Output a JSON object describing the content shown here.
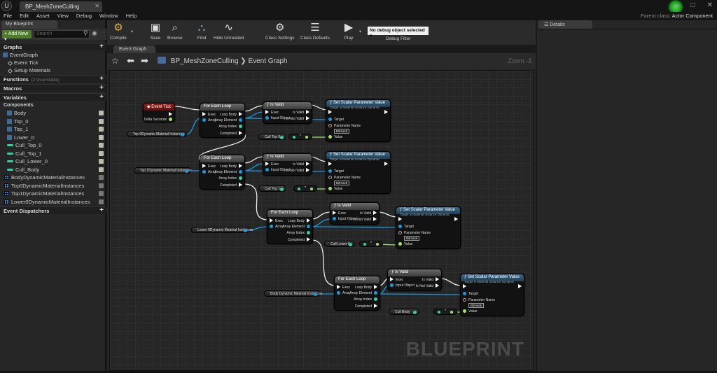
{
  "window": {
    "doc_tab": "BP_MeshZoneCulling",
    "parent_class_label": "Parent class:",
    "parent_class": "Actor Component"
  },
  "menu": [
    "File",
    "Edit",
    "Asset",
    "View",
    "Debug",
    "Window",
    "Help"
  ],
  "my_blueprint": {
    "tab": "My Blueprint",
    "add_new": "Add New",
    "search_placeholder": "Search",
    "graphs": {
      "label": "Graphs",
      "event_graph": "EventGraph",
      "items": [
        "Event Tick",
        "Setup Materials"
      ]
    },
    "functions": {
      "label": "Functions",
      "note": "(2 Overridable)"
    },
    "macros": {
      "label": "Macros"
    },
    "variables": {
      "label": "Variables",
      "components_label": "Components",
      "items": [
        {
          "name": "Body",
          "kind": "scene"
        },
        {
          "name": "Top_0",
          "kind": "scene"
        },
        {
          "name": "Top_1",
          "kind": "scene"
        },
        {
          "name": "Lower_0",
          "kind": "scene"
        },
        {
          "name": "Cull_Top_0",
          "kind": "float"
        },
        {
          "name": "Cull_Top_1",
          "kind": "float"
        },
        {
          "name": "Cull_Lower_0",
          "kind": "float"
        },
        {
          "name": "Cull_Body",
          "kind": "float"
        },
        {
          "name": "BodyDynamicMaterialInstances",
          "kind": "array"
        },
        {
          "name": "Top0DynamicMaterialInstances",
          "kind": "array"
        },
        {
          "name": "Top1DynamicMaterialInstances",
          "kind": "array"
        },
        {
          "name": "Lower0DynamicMaterialInstances",
          "kind": "array"
        }
      ]
    },
    "event_dispatchers": {
      "label": "Event Dispatchers"
    }
  },
  "toolbar": {
    "compile": "Compile",
    "save": "Save",
    "browse": "Browse",
    "find": "Find",
    "hide_unrelated": "Hide Unrelated",
    "class_settings": "Class Settings",
    "class_defaults": "Class Defaults",
    "play": "Play",
    "debug_select": "No debug object selected",
    "debug_filter": "Debug Filter"
  },
  "graph": {
    "tab": "Event Graph",
    "breadcrumb_bp": "BP_MeshZoneCulling",
    "breadcrumb_sep": "❯",
    "breadcrumb_graph": "Event Graph",
    "zoom": "Zoom -3",
    "watermark": "BLUEPRINT"
  },
  "nodes": {
    "event_tick": "Event Tick",
    "delta_seconds": "Delta Seconds",
    "for_each": "For Each Loop",
    "is_valid": "Is Valid",
    "set_scalar": "Set Scalar Parameter Value",
    "set_scalar_sub": "Target is Material Instance Dynamic",
    "exec": "Exec",
    "array": "Array",
    "loop_body": "Loop Body",
    "array_element": "Array Element",
    "array_index": "Array Index",
    "completed": "Completed",
    "input_object": "Input Object",
    "is_valid_out": "Is Valid",
    "is_not_valid": "Is Not Valid",
    "target": "Target",
    "parameter_name": "Parameter Name",
    "param_value": "Bitmask",
    "value": "Value",
    "var_top0": "Top 0Dynamic Material Instances",
    "var_top1": "Top 1Dynamic Material Instances",
    "var_lower0": "Lower 0Dynamic Material Instances",
    "var_body": "Body Dynamic Material Instances",
    "cull_top0": "Cull Top 0",
    "cull_top1": "Cull Top 1",
    "cull_lower0": "Cull Lower 0",
    "cull_body": "Cull Body"
  },
  "details": {
    "tab": "Details"
  },
  "colors": {
    "exec": "#ffffff",
    "object": "#1a9ae0",
    "float": "#9be56a",
    "integer": "#2fd3a5",
    "event_header": "#9a2020",
    "function_header": "#3c6a8a",
    "add_new": "#4d7d2a"
  }
}
